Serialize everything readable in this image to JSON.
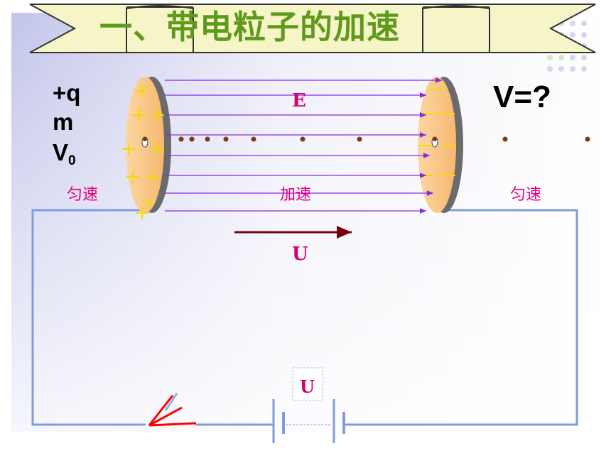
{
  "title": "一、带电粒子的加速",
  "labels": {
    "charge": "+q",
    "mass": "m",
    "v0_main": "V",
    "v0_sub": "0",
    "v_final": "V=?",
    "uniform_left": "匀速",
    "accelerate": "加速",
    "uniform_right": "匀速",
    "field": "E",
    "voltage": "U",
    "battery_voltage": "U"
  },
  "plates": {
    "left": {
      "sign": "+",
      "sign_count": 9
    },
    "right": {
      "sign": "−",
      "sign_count": 7
    }
  },
  "colors": {
    "title_text": "#5f9a1c",
    "banner_fill": "#f5f5c8",
    "background_gradient": "#c9cbea",
    "plate_face": "#fac98a",
    "plate_edge": "#6b6b6b",
    "field_line": "#8a2be2",
    "plus_sign": "#f2dc00",
    "minus_sign": "#f2dc00",
    "particle": "#7a3b10",
    "u_arrow": "#7a0010",
    "circuit_wire": "#7e9ed8",
    "switch_red": "#ff0000",
    "label_magenta": "#e4007f"
  }
}
